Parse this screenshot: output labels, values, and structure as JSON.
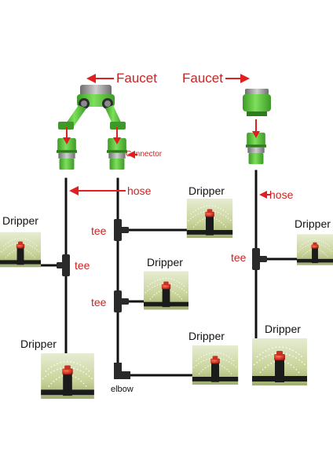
{
  "labels": {
    "faucet_left": "Faucet",
    "faucet_right": "Faucet",
    "connector": "Connector",
    "hose_left": "hose",
    "hose_right": "hose",
    "tee_left": "tee",
    "tee_mid_upper": "tee",
    "tee_mid_lower": "tee",
    "tee_right": "tee",
    "elbow": "elbow",
    "dripper_top_left": "Dripper",
    "dripper_bottom_left": "Dripper",
    "dripper_mid_top": "Dripper",
    "dripper_mid_middle": "Dripper",
    "dripper_mid_bottom": "Dripper",
    "dripper_right_top": "Dripper",
    "dripper_right_bottom": "Dripper"
  },
  "colors": {
    "label_red": "#d21f1f",
    "arrow_red": "#e02020",
    "hose_black": "#111111",
    "fitting_green": "#5cc63c",
    "fitting_dark_green": "#3e9a28",
    "fitting_grey": "#9a9a9a",
    "dripper_red": "#d83a2a"
  },
  "icons": {
    "faucet_splitter": "y-splitter-icon",
    "faucet_adapter": "faucet-adapter-icon",
    "connector": "quick-connector-icon",
    "dripper": "dripper-photo-icon"
  }
}
